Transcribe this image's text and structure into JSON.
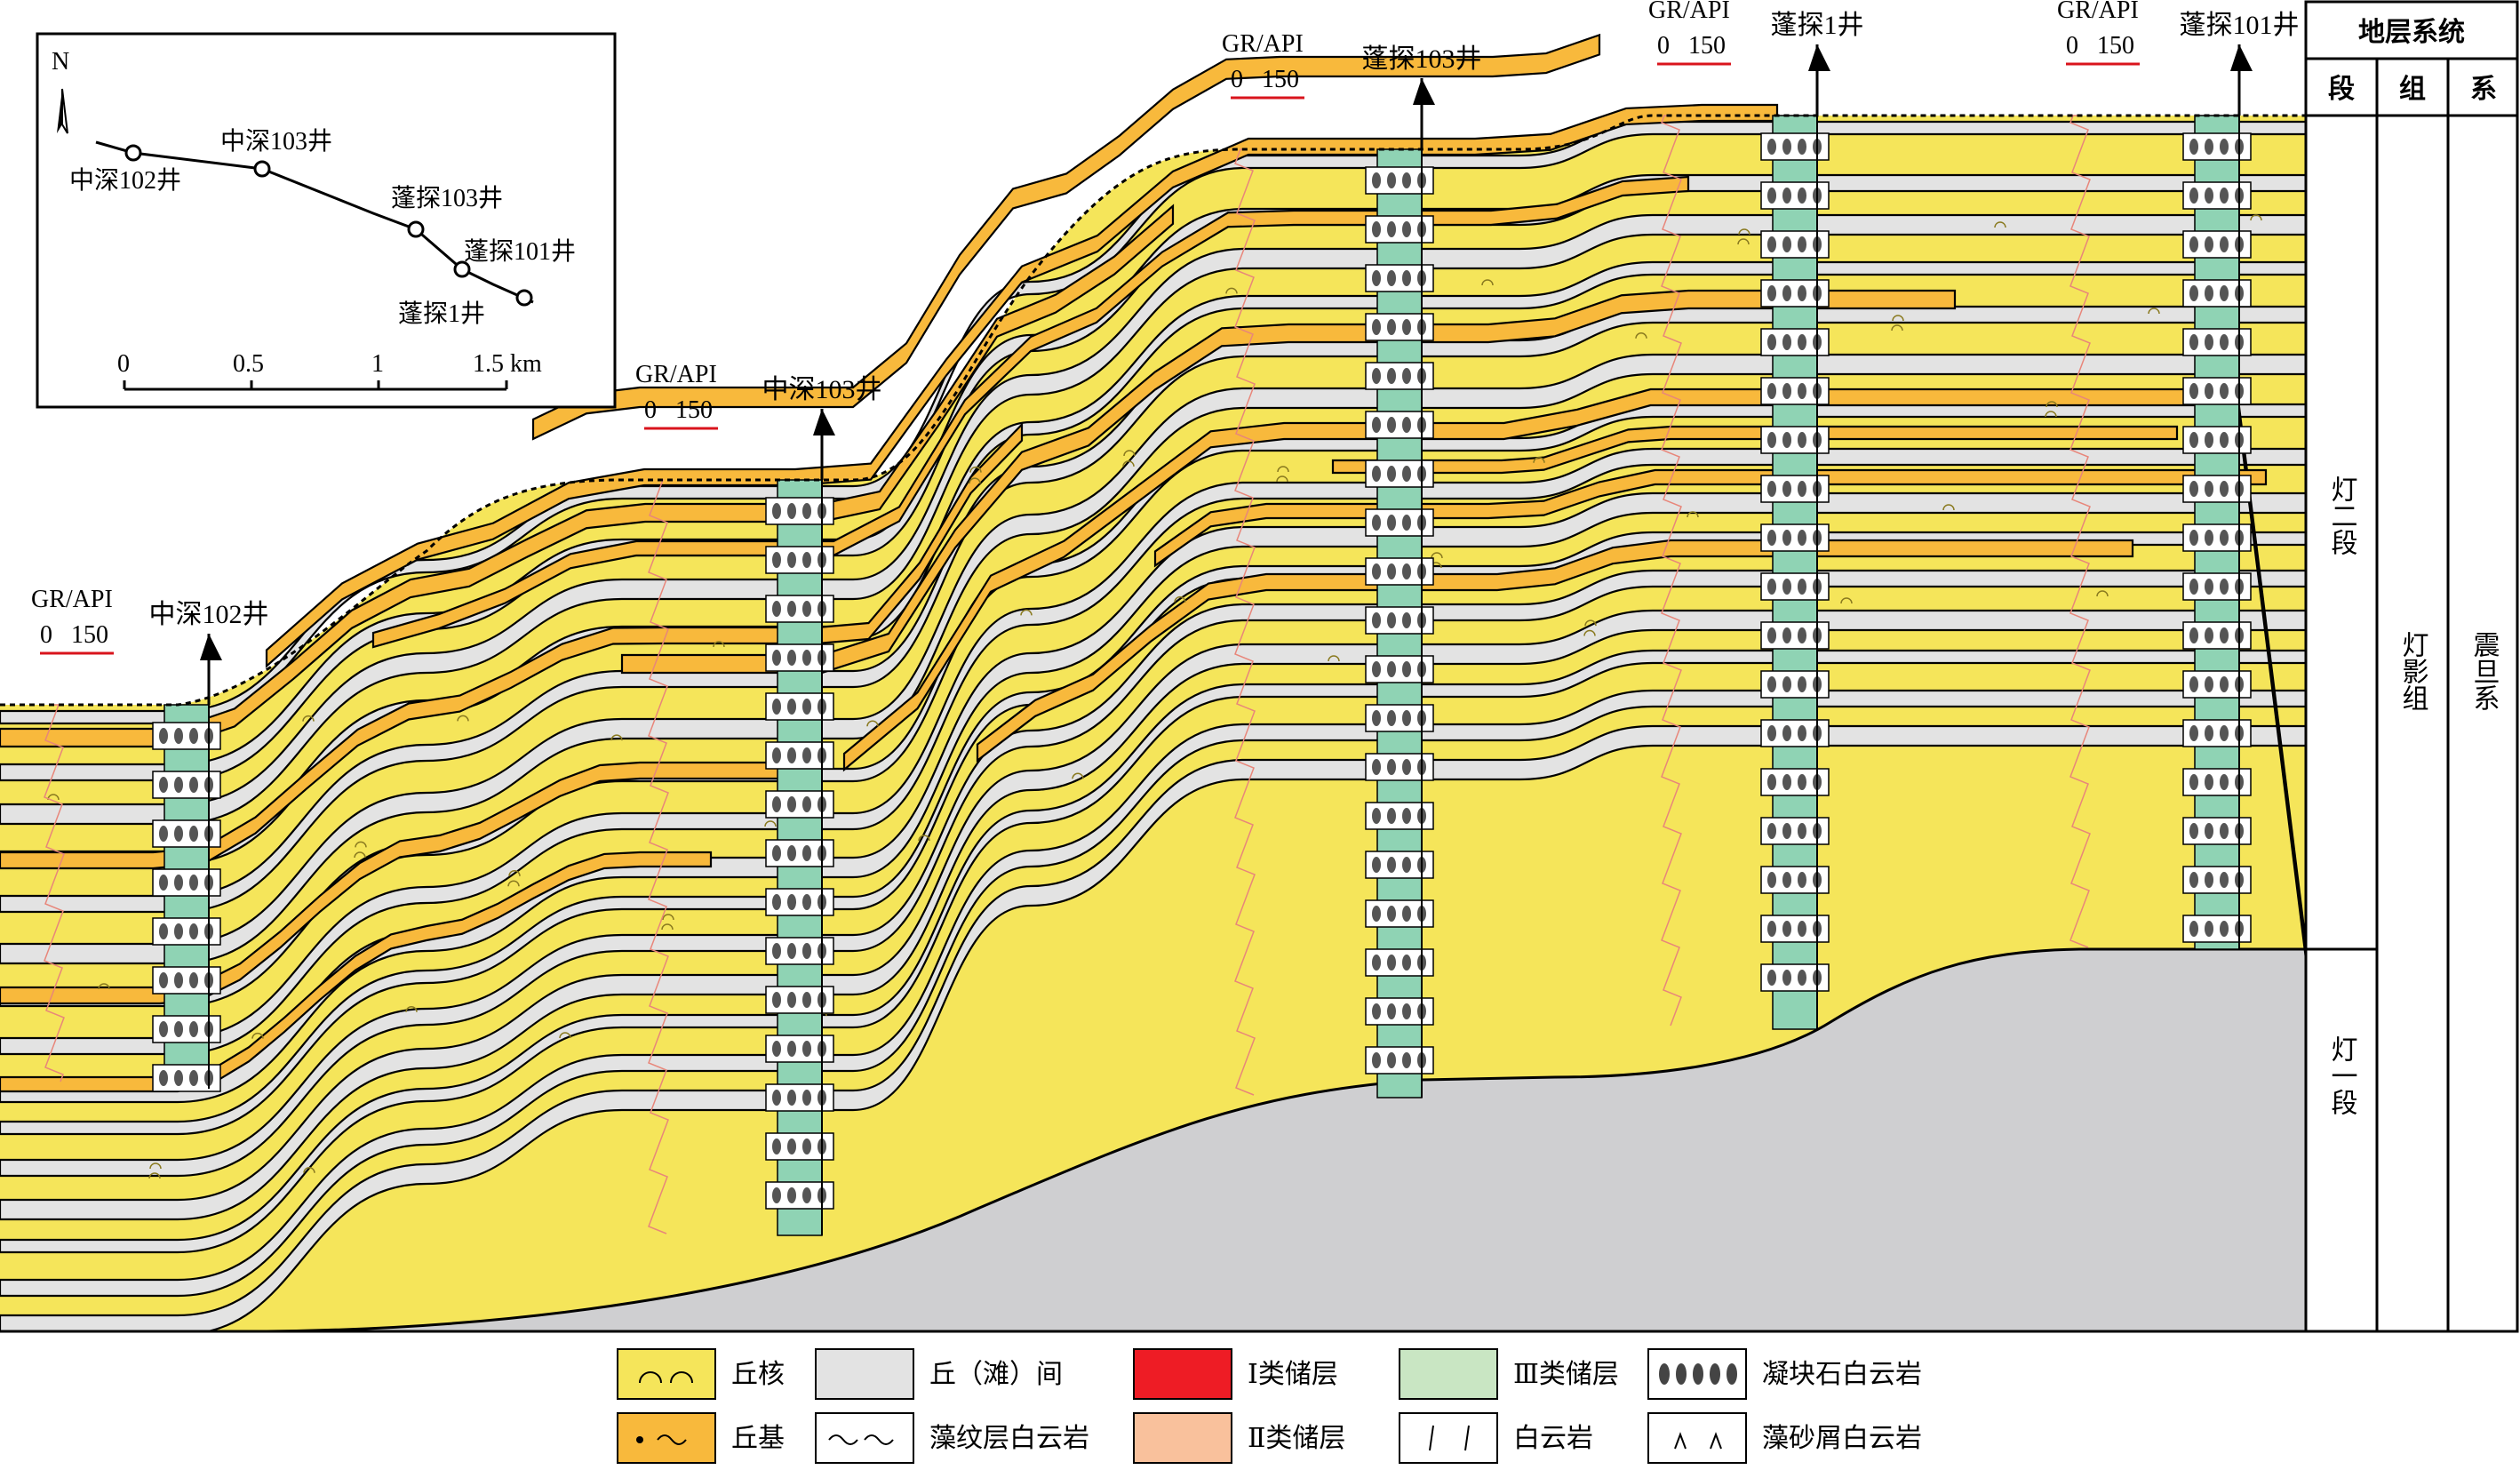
{
  "wells": [
    {
      "id": "zs102",
      "name": "中深102井",
      "gr_label": "GR/API",
      "gr_min": "0",
      "gr_max": "150"
    },
    {
      "id": "zs103",
      "name": "中深103井",
      "gr_label": "GR/API",
      "gr_min": "0",
      "gr_max": "150"
    },
    {
      "id": "pt103",
      "name": "蓬探103井",
      "gr_label": "GR/API",
      "gr_min": "0",
      "gr_max": "150"
    },
    {
      "id": "pt1",
      "name": "蓬探1井",
      "gr_label": "GR/API",
      "gr_min": "0",
      "gr_max": "150"
    },
    {
      "id": "pt101",
      "name": "蓬探101井",
      "gr_label": "GR/API",
      "gr_min": "0",
      "gr_max": "150"
    }
  ],
  "inset_map": {
    "north": "N",
    "well_labels": [
      "中深102井",
      "中深103井",
      "蓬探103井",
      "蓬探101井",
      "蓬探1井"
    ],
    "scale_ticks": [
      "0",
      "0.5",
      "1",
      "1.5 km"
    ]
  },
  "strat_table": {
    "title": "地层系统",
    "col_headers": [
      "段",
      "组",
      "系"
    ],
    "members": [
      "灯二段",
      "灯一段"
    ],
    "formation": "灯影组",
    "system": "震旦系"
  },
  "legend": [
    {
      "label": "丘核",
      "color": "#f5e55a",
      "icon": "dome-core-symbol"
    },
    {
      "label": "丘（滩）间",
      "color": "#e3e3e3",
      "icon": "plain-swatch"
    },
    {
      "label": "Ⅰ类储层",
      "color": "#ee1c25",
      "icon": "plain-swatch"
    },
    {
      "label": "Ⅲ类储层",
      "color": "#c9e6c3",
      "icon": "plain-swatch"
    },
    {
      "label": "凝块石白云岩",
      "color": "#ffffff",
      "icon": "clot-symbol"
    },
    {
      "label": "丘基",
      "color": "#f8b93c",
      "icon": "dome-base-symbol"
    },
    {
      "label": "藻纹层白云岩",
      "color": "#ffffff",
      "icon": "algal-laminae-symbol"
    },
    {
      "label": "Ⅱ类储层",
      "color": "#f9c19c",
      "icon": "plain-swatch"
    },
    {
      "label": "白云岩",
      "color": "#ffffff",
      "icon": "dolomite-symbol"
    },
    {
      "label": "藻砂屑白云岩",
      "color": "#ffffff",
      "icon": "algal-sand-symbol"
    }
  ],
  "colors": {
    "dome_core": "#f5e55a",
    "dome_base": "#f8b93c",
    "inter_dome": "#e3e3e3",
    "lower_member": "#cfcfd1",
    "reservoir_III": "#8fd3b4",
    "gr_curve": "#e8867a",
    "scale_red": "#d9141c"
  }
}
